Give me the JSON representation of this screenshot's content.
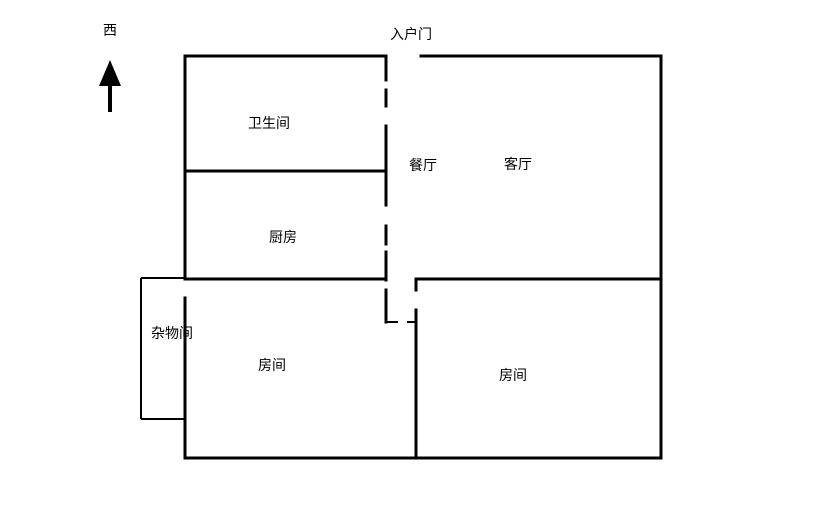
{
  "compass": {
    "direction_label": "西",
    "arrow_icon": "up-arrow-icon"
  },
  "entrance": {
    "label": "入户门"
  },
  "rooms": {
    "bathroom": "卫生间",
    "dining": "餐厅",
    "living": "客厅",
    "kitchen": "厨房",
    "storage": "杂物间",
    "bedroom_left": "房间",
    "bedroom_right": "房间"
  },
  "colors": {
    "wall": "#000000",
    "background": "#ffffff"
  }
}
